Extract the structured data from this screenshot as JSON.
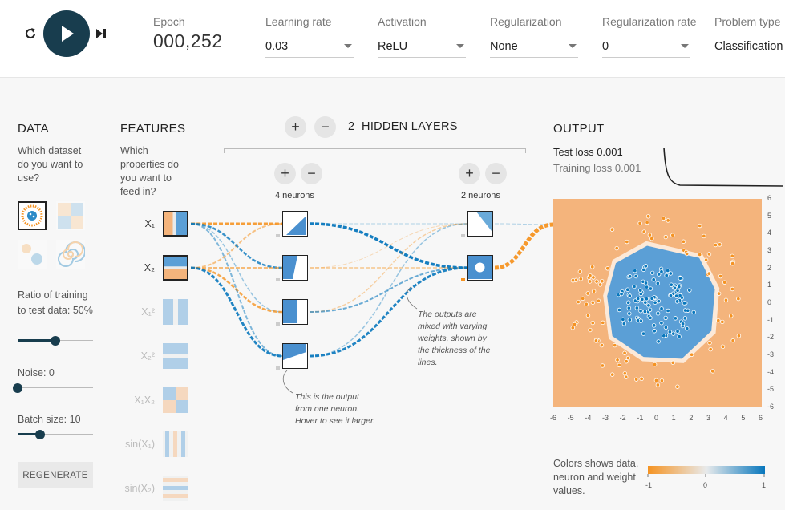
{
  "controls": {
    "reset_icon": "reset-icon",
    "play_icon": "play-icon",
    "step_icon": "step-forward-icon"
  },
  "header": {
    "epoch_label": "Epoch",
    "epoch_value": "000,252",
    "learning_rate": {
      "label": "Learning rate",
      "value": "0.03"
    },
    "activation": {
      "label": "Activation",
      "value": "ReLU"
    },
    "regularization": {
      "label": "Regularization",
      "value": "None"
    },
    "regularization_rate": {
      "label": "Regularization rate",
      "value": "0"
    },
    "problem_type": {
      "label": "Problem type",
      "value": "Classification"
    }
  },
  "data_panel": {
    "title": "DATA",
    "question": "Which dataset do you want to use?",
    "ratio_label": "Ratio of training to test data:",
    "ratio_value": "50%",
    "ratio_fraction": 0.5,
    "noise_label": "Noise:",
    "noise_value": "0",
    "noise_fraction": 0.0,
    "batch_label": "Batch size:",
    "batch_value": "10",
    "batch_fraction": 0.3,
    "regenerate_label": "REGENERATE"
  },
  "features_panel": {
    "title": "FEATURES",
    "question": "Which properties do you want to feed in?",
    "features": [
      {
        "label": "X₁",
        "active": true
      },
      {
        "label": "X₂",
        "active": true
      },
      {
        "label": "X₁²",
        "active": false
      },
      {
        "label": "X₂²",
        "active": false
      },
      {
        "label": "X₁X₂",
        "active": false
      },
      {
        "label": "sin(X₁)",
        "active": false
      },
      {
        "label": "sin(X₂)",
        "active": false
      }
    ]
  },
  "network": {
    "hidden_layers_count": "2",
    "hidden_layers_label": "HIDDEN LAYERS",
    "layer1_neurons": "4 neurons",
    "layer2_neurons": "2 neurons",
    "annotation_weights": "The outputs are mixed with varying weights, shown by the thickness of the lines.",
    "annotation_neuron": "This is the output from one neuron. Hover to see it larger."
  },
  "output_panel": {
    "title": "OUTPUT",
    "test_loss_label": "Test loss",
    "test_loss_value": "0.001",
    "training_loss_label": "Training loss",
    "training_loss_value": "0.001",
    "x_ticks": [
      "-6",
      "-5",
      "-4",
      "-3",
      "-2",
      "-1",
      "0",
      "1",
      "2",
      "3",
      "4",
      "5",
      "6"
    ],
    "y_ticks": [
      "6",
      "5",
      "4",
      "3",
      "2",
      "1",
      "0",
      "-1",
      "-2",
      "-3",
      "-4",
      "-5",
      "-6"
    ],
    "legend_text": "Colors shows data, neuron and weight values.",
    "legend_ticks": [
      "-1",
      "0",
      "1"
    ]
  },
  "colors": {
    "orange": "#f59322",
    "blue": "#0877bd",
    "light_orange": "#f4b47c",
    "light_blue": "#5b9fd6",
    "dark": "#183d4e"
  }
}
